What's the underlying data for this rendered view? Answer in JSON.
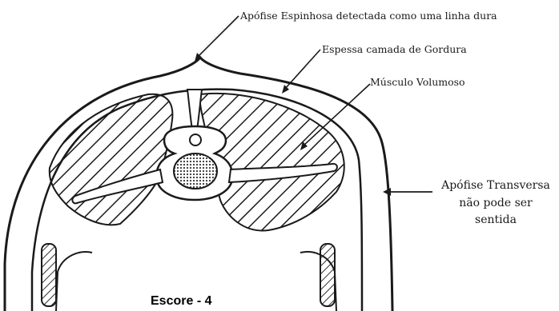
{
  "labels": {
    "spinous": "Apófise Espinhosa detectada como uma linha dura",
    "fat": "Espessa camada de Gordura",
    "muscle": "Músculo Volumoso",
    "transverse_line1": "Apófise Transversa",
    "transverse_line2": "não pode ser",
    "transverse_line3": "sentida"
  },
  "score": "Escore - 4",
  "colors": {
    "ink": "#1a1a1a",
    "background": "#ffffff"
  }
}
